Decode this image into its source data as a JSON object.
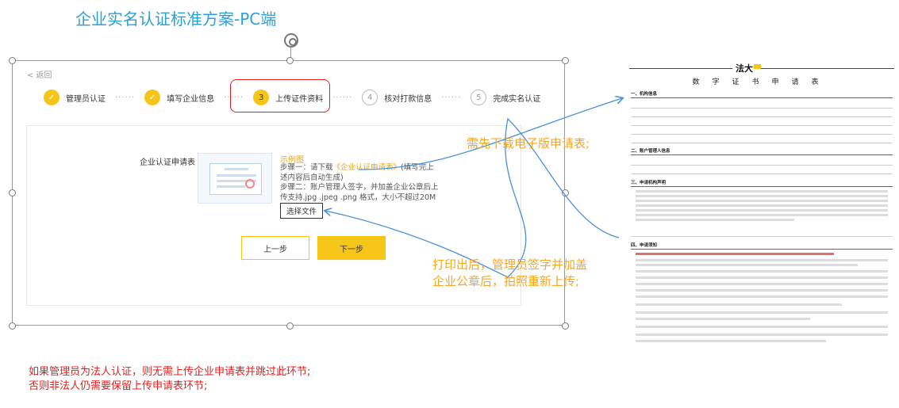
{
  "page_title": "企业实名认证标准方案-PC端",
  "nav": {
    "back_label": "< 返回"
  },
  "steps": [
    {
      "num": "✓",
      "label": "管理员认证",
      "state": "done"
    },
    {
      "num": "✓",
      "label": "填写企业信息",
      "state": "done"
    },
    {
      "num": "3",
      "label": "上传证件资料",
      "state": "current"
    },
    {
      "num": "4",
      "label": "核对打款信息",
      "state": "todo"
    },
    {
      "num": "5",
      "label": "完成实名认证",
      "state": "todo"
    }
  ],
  "step_separator": "······",
  "form": {
    "field_label": "企业认证申请表",
    "sample_label": "示例图",
    "instruction_1a": "步骤一：请下载",
    "instruction_1_link": "《企业认证申请表》",
    "instruction_1b": "(填写完上述内容后自动生成)",
    "instruction_2": "步骤二：账户管理人签字，并加盖企业公章后上传支持.jpg .jpeg .png 格式，大小不超过20M",
    "choose_file": "选择文件",
    "prev_label": "上一步",
    "next_label": "下一步"
  },
  "annotations": {
    "download_note": "需先下载电子版申请表;",
    "upload_note": "打印出后，管理员签字并加盖企业公章后，拍照重新上传;",
    "bottom_note_1": "如果管理员为法人认证，则无需上传企业申请表并跳过此环节;",
    "bottom_note_2": "否则非法人仍需要保留上传申请表环节;"
  },
  "document": {
    "logo": "法大",
    "title": "数字证书申请表",
    "sections": [
      "一、机构信息",
      "二、账户管理人信息",
      "三、申请机构声明",
      "四、申请须知"
    ]
  },
  "colors": {
    "accent": "#f5c518",
    "title_blue": "#2aa0d6",
    "note_orange": "#f5a623",
    "alert_red": "#e02020"
  }
}
